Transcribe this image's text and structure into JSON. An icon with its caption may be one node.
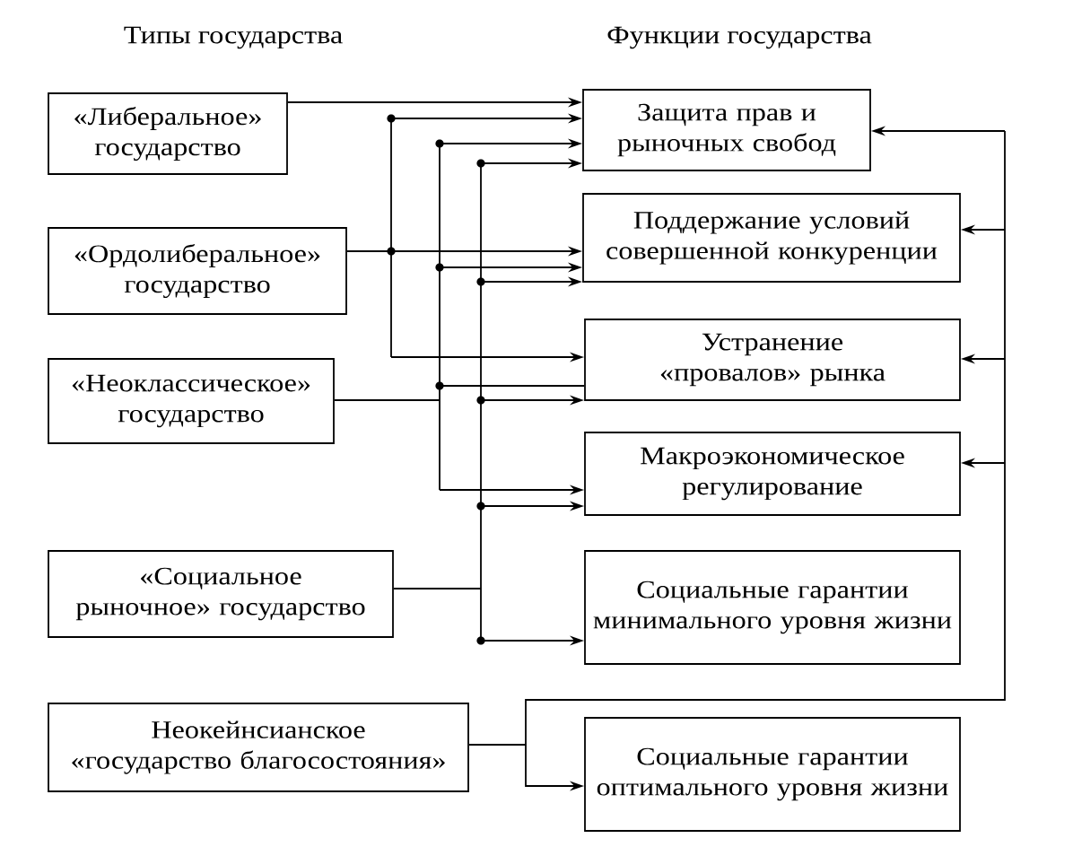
{
  "diagram": {
    "nodes": [
      {
        "text": [
          "«Либеральное» государство"
        ]
      },
      {
        "text": [
          "«Ордолиберальное» государство"
        ]
      },
      {
        "text": [
          "«Неоклассическое» государство"
        ]
      },
      {
        "text": [
          "«Социальное рыночное» государство"
        ]
      },
      {
        "text": [
          "Неокейнсианское «государство благосостояния»"
        ]
      },
      {
        "text": [
          "Защита прав и рыночных свобод"
        ]
      },
      {
        "text": [
          "Поддержание условий совершенной конкуренции"
        ]
      },
      {
        "text": [
          "Устранение «провалов» рынка"
        ]
      },
      {
        "text": [
          "Макроэкономическое регулирование"
        ]
      },
      {
        "text": [
          "Социальные гарантии минимального уровня жизни"
        ]
      },
      {
        "text": [
          "Социальные гарантии оптимального уровня жизни"
        ]
      }
    ],
    "edges": [
      {
        "from": 0,
        "to": 5,
        "arrow": "to"
      },
      {
        "from": 1,
        "to": 5,
        "arrow": "to"
      },
      {
        "from": 1,
        "to": 6,
        "arrow": "to"
      },
      {
        "from": 1,
        "to": 7,
        "arrow": "to"
      },
      {
        "from": 2,
        "to": 5,
        "arrow": "to"
      },
      {
        "from": 2,
        "to": 6,
        "arrow": "to"
      },
      {
        "from": 2,
        "to": 7,
        "arrow": "none"
      },
      {
        "from": 2,
        "to": 8,
        "arrow": "to"
      },
      {
        "from": 3,
        "to": 5,
        "arrow": "to"
      },
      {
        "from": 3,
        "to": 6,
        "arrow": "to"
      },
      {
        "from": 3,
        "to": 7,
        "arrow": "to"
      },
      {
        "from": 3,
        "to": 8,
        "arrow": "to"
      },
      {
        "from": 3,
        "to": 9,
        "arrow": "to"
      },
      {
        "from": 4,
        "to": 5,
        "arrow": "to"
      },
      {
        "from": 4,
        "to": 6,
        "arrow": "to"
      },
      {
        "from": 4,
        "to": 7,
        "arrow": "to"
      },
      {
        "from": 4,
        "to": 8,
        "arrow": "to"
      },
      {
        "from": 4,
        "to": 10,
        "arrow": "to"
      }
    ],
    "labels": [
      "Типы государства",
      "Функции государства"
    ]
  }
}
